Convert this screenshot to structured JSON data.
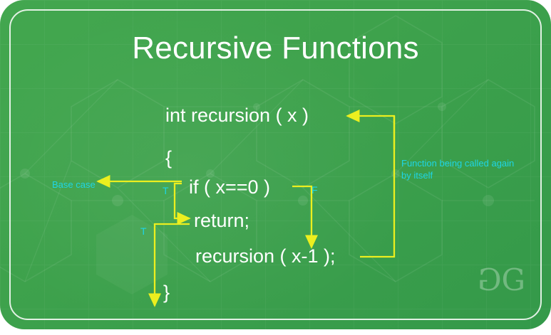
{
  "slide": {
    "title": "Recursive Functions",
    "theme": {
      "card_green": "#3ea24c",
      "card_green_dark": "#34994a",
      "text_white": "#ffffff",
      "accent_cyan": "#1fd5e4",
      "flow_yellow": "#ecef1f",
      "border_white": "#ffffff",
      "page_background": "#ffffff"
    }
  },
  "code": {
    "lines": [
      {
        "id": "signature",
        "text": "int recursion ( x )"
      },
      {
        "id": "open-brace",
        "text": "{"
      },
      {
        "id": "if-condition",
        "text": "if ( x==0 )"
      },
      {
        "id": "return-statement",
        "text": "return;"
      },
      {
        "id": "recursive-call",
        "text": "recursion ( x-1 );"
      },
      {
        "id": "close-brace",
        "text": "}"
      }
    ]
  },
  "annotations": {
    "base_case": "Base case",
    "function_called_again": "Function being called again by itself",
    "branch_true_1": "T",
    "branch_true_2": "T",
    "branch_false": "F"
  },
  "logo": {
    "mark_left": "G",
    "mark_right": "G",
    "name": "geeksforgeeks-logo"
  }
}
